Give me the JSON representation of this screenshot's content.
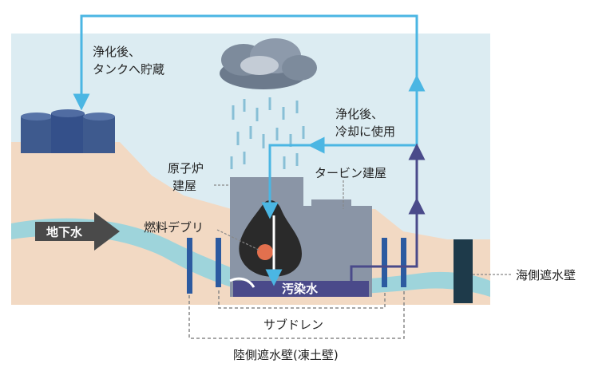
{
  "labels": {
    "purify_store_line1": "浄化後、",
    "purify_store_line2": "タンクへ貯蔵",
    "purify_cool_line1": "浄化後、",
    "purify_cool_line2": "冷却に使用",
    "reactor_line1": "原子炉",
    "reactor_line2": "建屋",
    "turbine": "タービン建屋",
    "groundwater": "地下水",
    "debris": "燃料デブリ",
    "contaminated": "汚染水",
    "subdrain": "サブドレン",
    "land_wall": "陸側遮水壁(凍土壁)",
    "sea_wall": "海側遮水壁"
  },
  "colors": {
    "sky": "#dcecf2",
    "ground": "#f2d9c3",
    "river": "#8fd2df",
    "building": "#8a95a6",
    "tank": "#3e5a8e",
    "flow_light": "#4bb6e3",
    "flow_dark": "#4a4a8a",
    "wall": "#2c5aa0",
    "sea_wall": "#1e3a4a",
    "contaminated": "#4a4a8a"
  }
}
